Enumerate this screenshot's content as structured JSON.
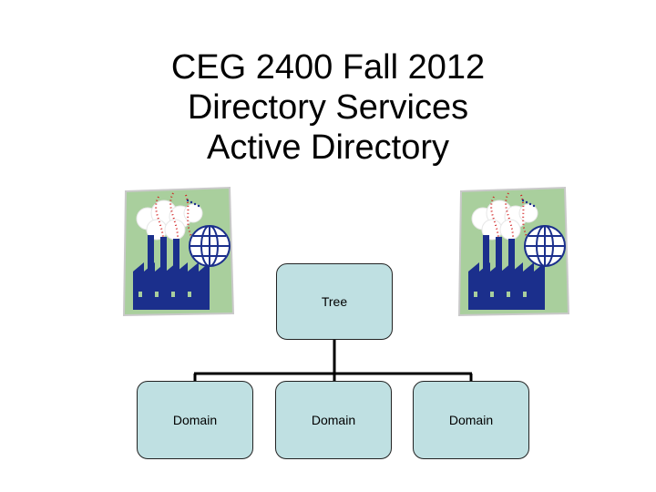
{
  "slide": {
    "title_lines": [
      "CEG 2400 Fall 2012",
      "Directory Services",
      "Active Directory"
    ]
  },
  "diagram": {
    "root": {
      "label": "Tree"
    },
    "children": [
      {
        "label": "Domain"
      },
      {
        "label": "Domain"
      },
      {
        "label": "Domain"
      }
    ]
  },
  "colors": {
    "node_fill": "#bfe0e2",
    "connector": "#000000",
    "clipart_navy": "#1b2f8c",
    "clipart_bg": "#a9cf9d"
  },
  "icons": [
    "factory-globe-clipart",
    "factory-globe-clipart"
  ]
}
